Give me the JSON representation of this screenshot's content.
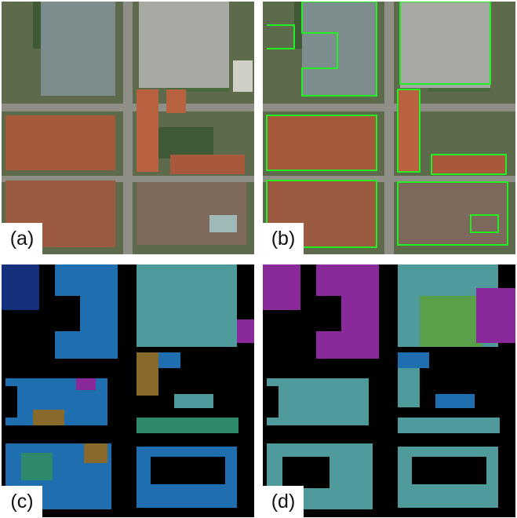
{
  "panels": [
    {
      "id": "a",
      "label": "(a)",
      "content": "aerial-photo"
    },
    {
      "id": "b",
      "label": "(b)",
      "content": "aerial-photo-with-building-outlines"
    },
    {
      "id": "c",
      "label": "(c)",
      "content": "instance-segmentation-mask"
    },
    {
      "id": "d",
      "label": "(d)",
      "content": "instance-segmentation-mask"
    }
  ],
  "colors": {
    "outline": "#22ee22",
    "mask_background": "#000000",
    "mask_palette_c": [
      "#1f6fb0",
      "#4f9a9a",
      "#14307a",
      "#8a6a2a",
      "#2e8a6a",
      "#8a2a9a"
    ],
    "mask_palette_d": [
      "#4f9a9a",
      "#8a2a9a",
      "#5aa04a",
      "#1f6fb0"
    ]
  }
}
